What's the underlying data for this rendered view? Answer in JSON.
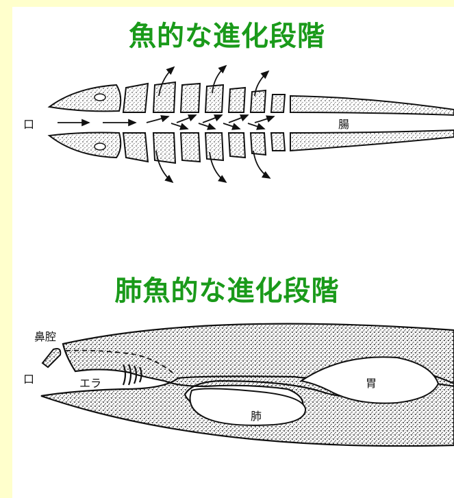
{
  "section1": {
    "title": "魚的な進化段階",
    "mouth_label": "口",
    "gut_label": "腸"
  },
  "section2": {
    "title": "肺魚的な進化段階",
    "nasal_label": "鼻腔",
    "mouth_label": "口",
    "gill_label": "エラ",
    "stomach_label": "胃",
    "lung_label": "肺"
  },
  "colors": {
    "title_green": "#1a9a1a",
    "left_bar": "#ffffcc"
  }
}
